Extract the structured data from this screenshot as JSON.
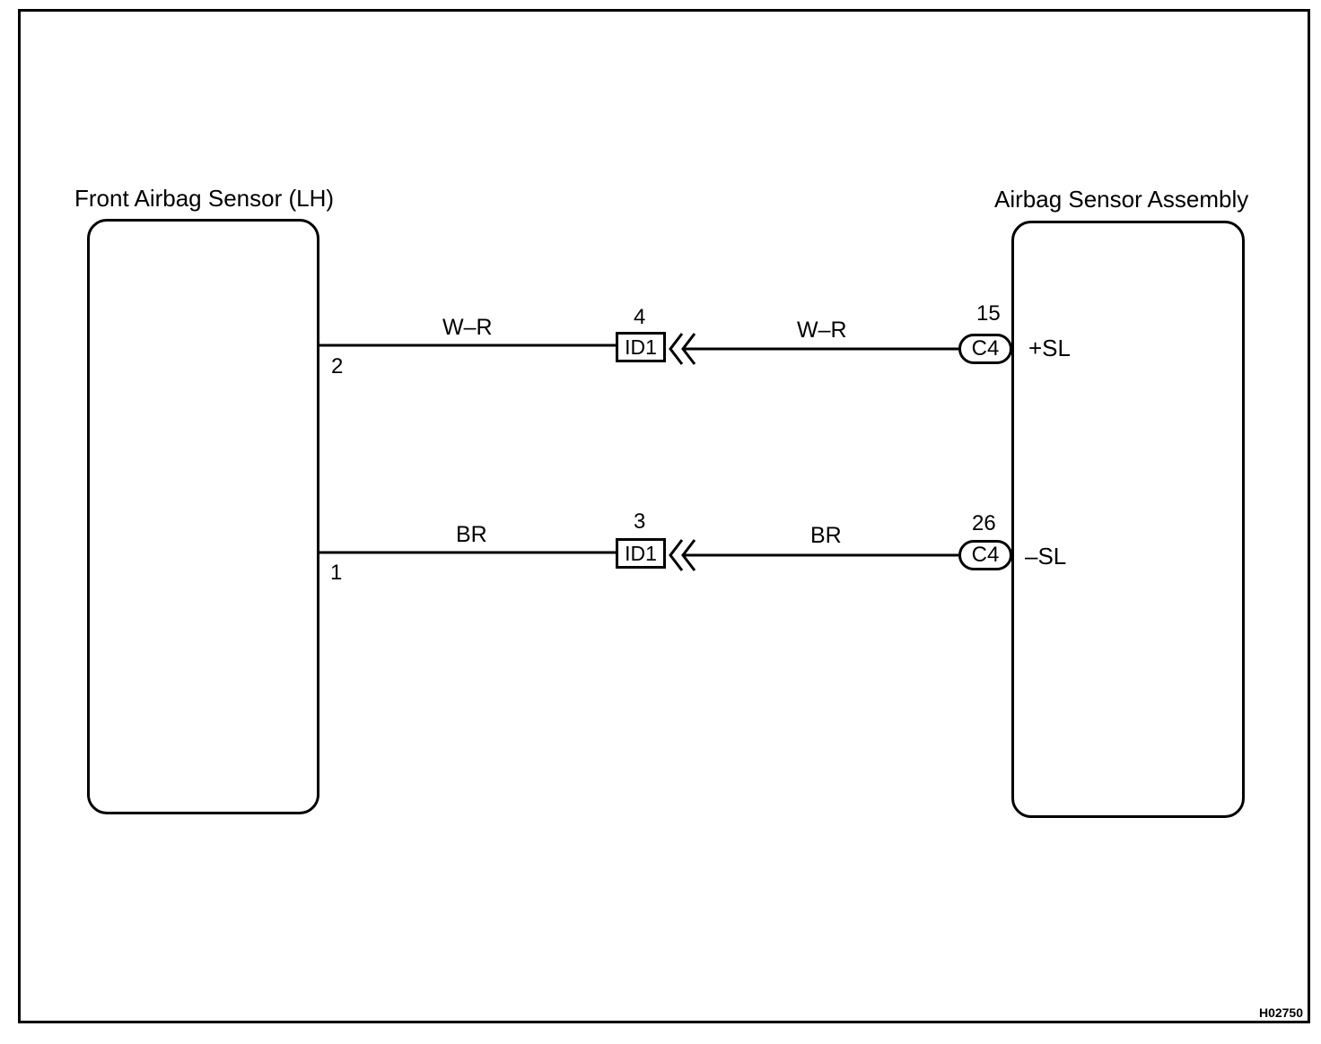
{
  "left_component": {
    "title": "Front Airbag Sensor (LH)",
    "pins": [
      "2",
      "1"
    ]
  },
  "right_component": {
    "title": "Airbag Sensor Assembly",
    "terminals": [
      "+SL",
      "–SL"
    ]
  },
  "circuits": [
    {
      "left_wire_color": "W–R",
      "junction_pin": "4",
      "junction_connector": "ID1",
      "right_wire_color": "W–R",
      "ecu_pin": "15",
      "ecu_connector": "C4"
    },
    {
      "left_wire_color": "BR",
      "junction_pin": "3",
      "junction_connector": "ID1",
      "right_wire_color": "BR",
      "ecu_pin": "26",
      "ecu_connector": "C4"
    }
  ],
  "figure_code": "H02750"
}
